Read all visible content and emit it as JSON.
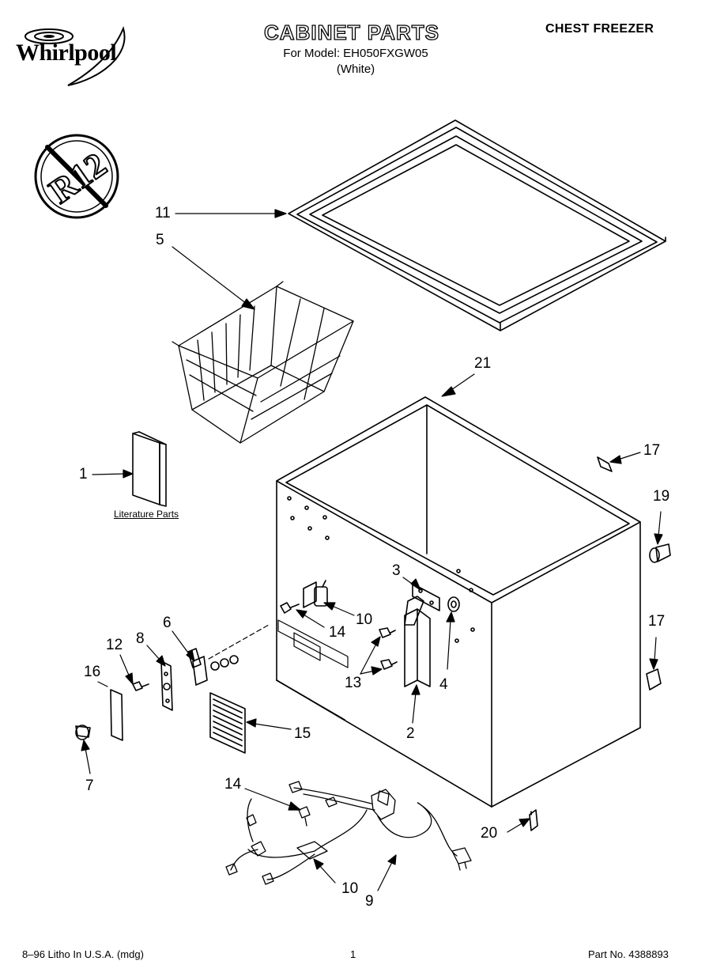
{
  "header": {
    "brand": "Whirlpool",
    "title": "CABINET PARTS",
    "model_line": "For Model: EH050FXGW05",
    "color_line": "(White)",
    "category": "CHEST FREEZER"
  },
  "badge": {
    "text": "R12"
  },
  "literature_label": "Literature Parts",
  "callouts": [
    {
      "id": "c11",
      "text": "11"
    },
    {
      "id": "c5",
      "text": "5"
    },
    {
      "id": "c21",
      "text": "21"
    },
    {
      "id": "c1",
      "text": "1"
    },
    {
      "id": "c17a",
      "text": "17"
    },
    {
      "id": "c19",
      "text": "19"
    },
    {
      "id": "c3",
      "text": "3"
    },
    {
      "id": "c10a",
      "text": "10"
    },
    {
      "id": "c14a",
      "text": "14"
    },
    {
      "id": "c17b",
      "text": "17"
    },
    {
      "id": "c6",
      "text": "6"
    },
    {
      "id": "c8",
      "text": "8"
    },
    {
      "id": "c12",
      "text": "12"
    },
    {
      "id": "c16",
      "text": "16"
    },
    {
      "id": "c13",
      "text": "13"
    },
    {
      "id": "c4",
      "text": "4"
    },
    {
      "id": "c15",
      "text": "15"
    },
    {
      "id": "c2",
      "text": "2"
    },
    {
      "id": "c7",
      "text": "7"
    },
    {
      "id": "c14b",
      "text": "14"
    },
    {
      "id": "c20",
      "text": "20"
    },
    {
      "id": "c10b",
      "text": "10"
    },
    {
      "id": "c9",
      "text": "9"
    }
  ],
  "footer": {
    "left": "8–96 Litho In U.S.A. (mdg)",
    "page": "1",
    "part_no": "Part No. 4388893"
  }
}
